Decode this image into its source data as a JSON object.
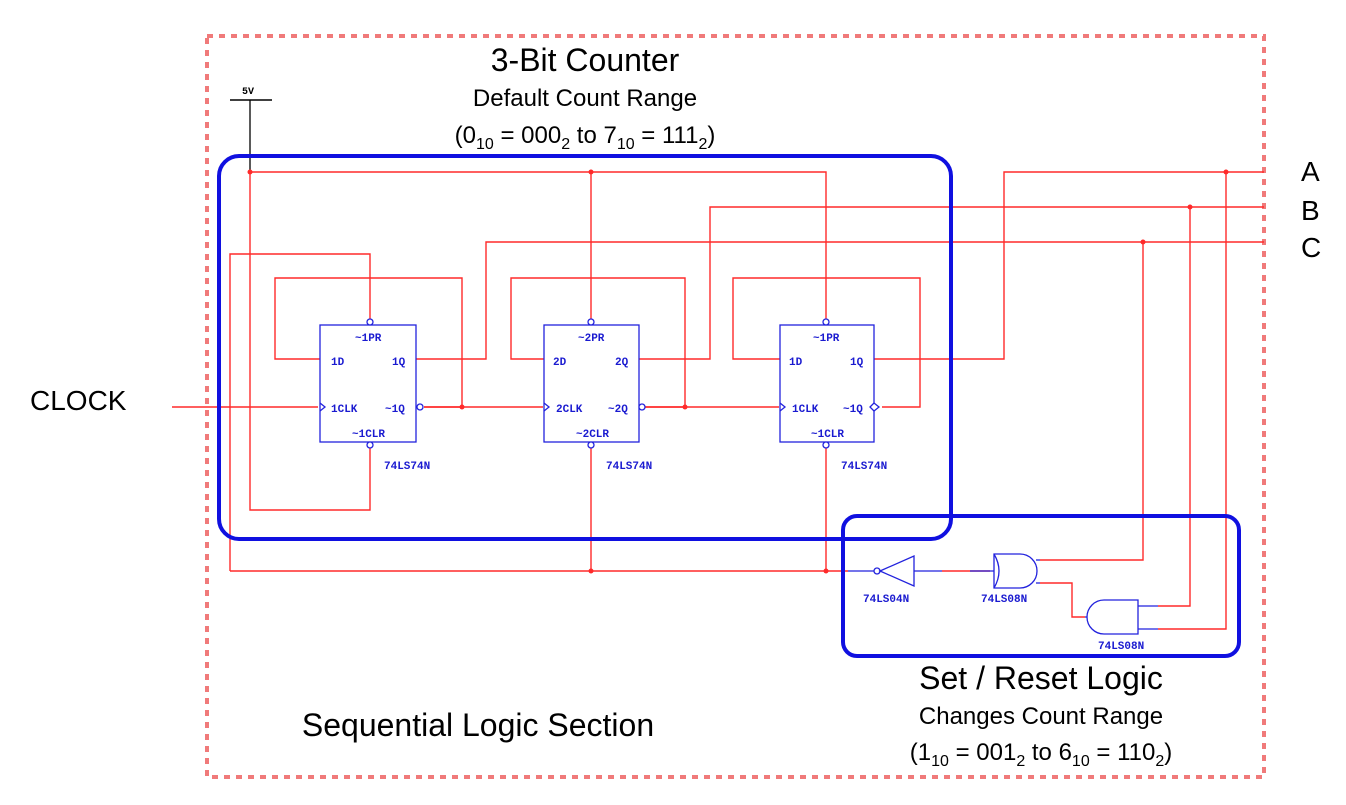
{
  "outer_label": "Sequential Logic Section",
  "counter": {
    "title": "3-Bit Counter",
    "subtitle": "Default Count Range",
    "range": {
      "a": "0",
      "a_sub": "10",
      "b": " = 000",
      "b_sub": "2",
      "c": " to 7",
      "c_sub": "10",
      "d": " = 111",
      "d_sub": "2",
      "e": ")",
      "open": "("
    }
  },
  "setreset": {
    "title": "Set / Reset Logic",
    "subtitle": "Changes Count Range",
    "range": {
      "open": "(",
      "a": "1",
      "a_sub": "10",
      "b": " = 001",
      "b_sub": "2",
      "c": " to 6",
      "c_sub": "10",
      "d": " = 110",
      "d_sub": "2",
      "e": ")"
    }
  },
  "supply": "5V",
  "clock_label": "CLOCK",
  "outputs": [
    "A",
    "B",
    "C"
  ],
  "flipflops": [
    {
      "pr": "~1PR",
      "d": "1D",
      "q": "1Q",
      "clk": "1CLK",
      "nq": "~1Q",
      "clr": "~1CLR",
      "part": "74LS74N"
    },
    {
      "pr": "~2PR",
      "d": "2D",
      "q": "2Q",
      "clk": "2CLK",
      "nq": "~2Q",
      "clr": "~2CLR",
      "part": "74LS74N"
    },
    {
      "pr": "~1PR",
      "d": "1D",
      "q": "1Q",
      "clk": "1CLK",
      "nq": "~1Q",
      "clr": "~1CLR",
      "part": "74LS74N"
    }
  ],
  "gates": {
    "inverter": "74LS04N",
    "and1": "74LS08N",
    "and2": "74LS08N"
  },
  "colors": {
    "wire": "#ff2a2a",
    "component": "#2222dd",
    "group_box": "#1010e0",
    "outer_box": "#f07a7a"
  }
}
